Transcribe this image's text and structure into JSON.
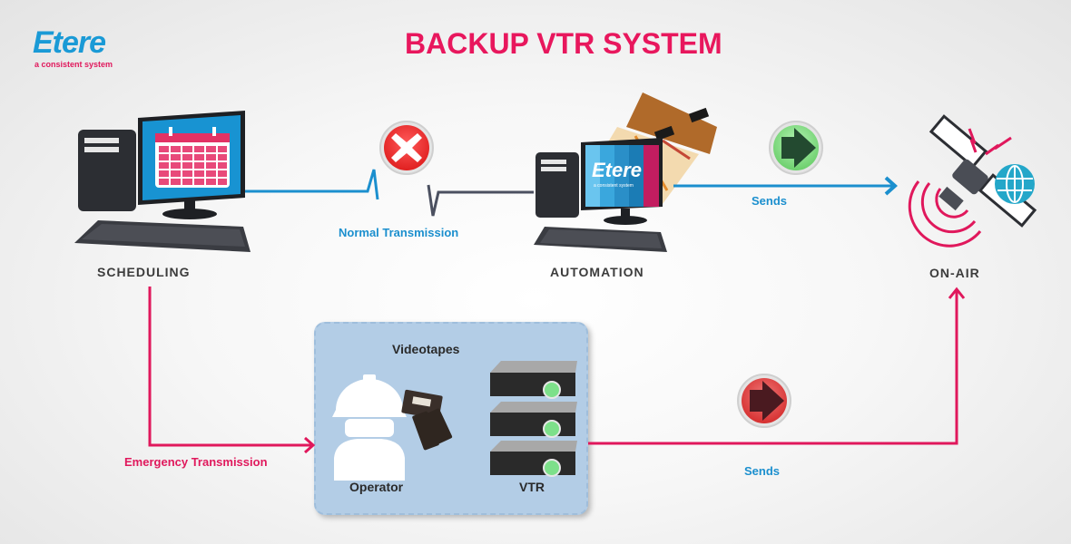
{
  "logo": {
    "brand": "Etere",
    "tagline": "a consistent system"
  },
  "title": "BACKUP VTR SYSTEM",
  "nodes": {
    "scheduling": {
      "label": "SCHEDULING",
      "icon": "computer-calendar-icon"
    },
    "automation": {
      "label": "AUTOMATION",
      "icon": "computer-etere-icon",
      "screen_text": "Etere",
      "screen_subtext": "a consistent system"
    },
    "on_air": {
      "label": "ON-AIR",
      "icon": "satellite-icon"
    }
  },
  "links": {
    "normal": {
      "label": "Normal Transmission",
      "status_icon": "error-x-icon",
      "color": "#1b8fce"
    },
    "sends_top": {
      "label": "Sends",
      "status_icon": "green-arrow-icon",
      "color": "#1b8fce"
    },
    "emergency": {
      "label": "Emergency Transmission",
      "color": "#e0185c"
    },
    "sends_bottom": {
      "label": "Sends",
      "status_icon": "red-arrow-icon",
      "color": "#e0185c"
    }
  },
  "backup_box": {
    "videotapes_label": "Videotapes",
    "operator_label": "Operator",
    "vtr_label": "VTR",
    "vtr_count": 3
  },
  "colors": {
    "accent_pink": "#e8175d",
    "accent_blue": "#1b8fce",
    "box_bg": "#b3cde6"
  }
}
